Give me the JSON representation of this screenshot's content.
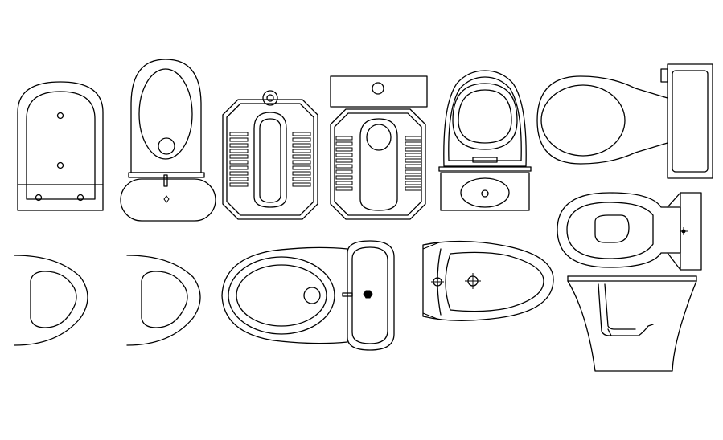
{
  "drawing": {
    "background": "#ffffff",
    "stroke_color": "#000000",
    "symbols": [
      {
        "name": "toilet-plan-rounded-tank",
        "view": "plan"
      },
      {
        "name": "toilet-plan-oval-bowl",
        "view": "plan"
      },
      {
        "name": "squat-toilet-octagon",
        "view": "plan"
      },
      {
        "name": "squat-toilet-with-tank",
        "view": "plan"
      },
      {
        "name": "toilet-plan-with-seat",
        "view": "plan"
      },
      {
        "name": "toilet-plan-side-tank",
        "view": "plan"
      },
      {
        "name": "toilet-plan-elongated",
        "view": "plan"
      },
      {
        "name": "toilet-bowl-open-left",
        "view": "plan"
      },
      {
        "name": "toilet-bowl-open-left-2",
        "view": "plan"
      },
      {
        "name": "toilet-plan-horizontal",
        "view": "plan"
      },
      {
        "name": "urinal-plan",
        "view": "plan"
      },
      {
        "name": "toilet-side-elevation",
        "view": "elevation"
      }
    ]
  }
}
